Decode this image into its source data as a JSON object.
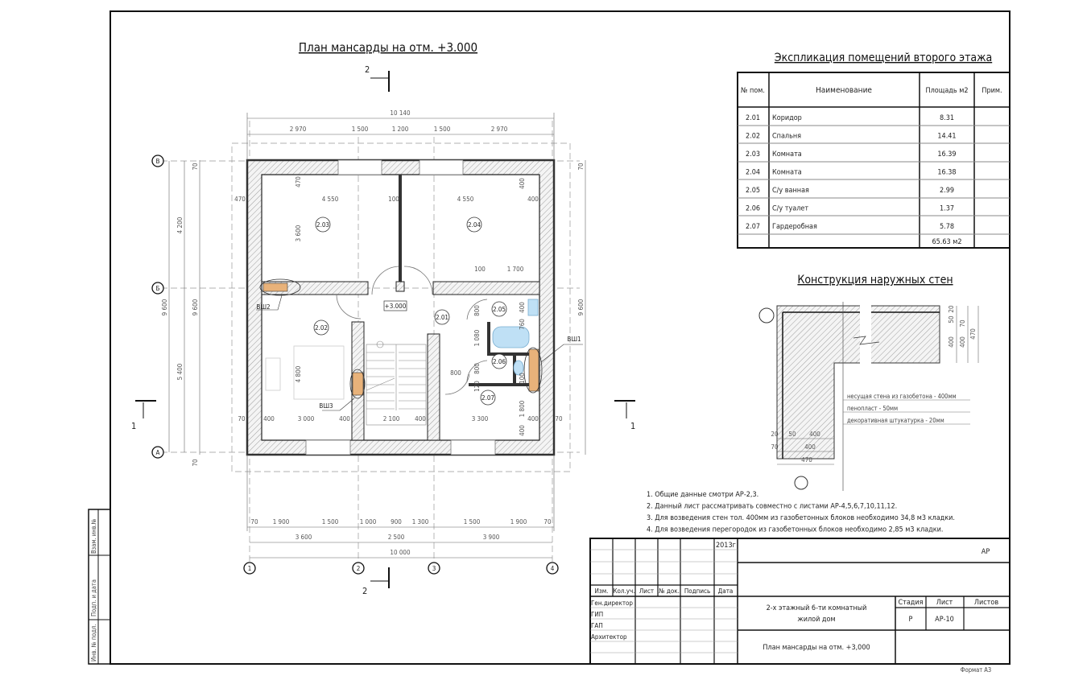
{
  "plan": {
    "title": "План мансарды на отм. +3.000",
    "level_mark": "+3.000",
    "section_top": "2",
    "section_bottom": "2",
    "section_left": "1",
    "section_right": "1",
    "axes_letters": [
      "В",
      "Б",
      "А"
    ],
    "axes_numbers": [
      "1",
      "2",
      "3",
      "4"
    ],
    "rooms": [
      "2.03",
      "2.04",
      "2.02",
      "2.01",
      "2.05",
      "2.06",
      "2.07"
    ],
    "shafts": [
      "ВШ1",
      "ВШ2",
      "ВШ3"
    ],
    "dims_top": [
      "10 140",
      "2 970",
      "1 500",
      "1 200",
      "1 500",
      "2 970"
    ],
    "dims_bottom": [
      "70",
      "1 900",
      "1 500",
      "1 000",
      "900",
      "1 300",
      "1 500",
      "1 900",
      "70",
      "3 600",
      "2 500",
      "3 900",
      "10 000"
    ],
    "dims_left": [
      "4 200",
      "5 400",
      "9 600",
      "9 600",
      "70",
      "70"
    ],
    "dims_right": [
      "9 600",
      "70"
    ],
    "dims_interior": [
      "470",
      "4 550",
      "100",
      "4 550",
      "400",
      "3 600",
      "470",
      "400",
      "100",
      "1 700",
      "70",
      "400",
      "3 000",
      "400",
      "2 100",
      "400",
      "3 300",
      "400",
      "70",
      "4 800",
      "800",
      "800",
      "1 080",
      "800",
      "400",
      "760",
      "120",
      "100",
      "1 800",
      "400"
    ]
  },
  "explication": {
    "title": "Экспликация помещений второго этажа",
    "headers": [
      "№ пом.",
      "Наименование",
      "Площадь м2",
      "Прим."
    ],
    "rows": [
      {
        "num": "2.01",
        "name": "Коридор",
        "area": "8.31"
      },
      {
        "num": "2.02",
        "name": "Спальня",
        "area": "14.41"
      },
      {
        "num": "2.03",
        "name": "Комната",
        "area": "16.39"
      },
      {
        "num": "2.04",
        "name": "Комната",
        "area": "16.38"
      },
      {
        "num": "2.05",
        "name": "С/у ванная",
        "area": "2.99"
      },
      {
        "num": "2.06",
        "name": "С/у туалет",
        "area": "1.37"
      },
      {
        "num": "2.07",
        "name": "Гардеробная",
        "area": "5.78"
      }
    ],
    "total": "65.63 м2"
  },
  "wall_detail": {
    "title": "Конструкция наружных стен",
    "legend": [
      "несущая стена из газобетона - 400мм",
      "пенопласт - 50мм",
      "декоративная штукатурка - 20мм"
    ],
    "dims_right": [
      "20",
      "50",
      "70",
      "400",
      "400",
      "470"
    ],
    "dims_bottom": [
      "20",
      "50",
      "400",
      "70",
      "400",
      "470"
    ]
  },
  "notes": [
    "1. Общие данные смотри АР-2,3.",
    "2. Данный лист рассматривать совместно с листами АР-4,5,6,7,10,11,12.",
    "3. Для возведения стен тол. 400мм из газобетонных блоков необходимо 34,8 м3 кладки.",
    "4. Для возведения перегородок  из газобетонных блоков необходимо 2,85 м3 кладки."
  ],
  "title_block": {
    "year": "2013г",
    "code": "АР",
    "headers": [
      "Изм.",
      "Кол.уч.",
      "Лист",
      "№ док.",
      "Подпись",
      "Дата"
    ],
    "roles": [
      "Ген.директор",
      "ГИП",
      "ГАП",
      "Архитектор"
    ],
    "project_line1": "2-х этажный 6-ти комнатный",
    "project_line2": "жилой дом",
    "sheet_title": "План мансарды на отм. +3,000",
    "stage_label": "Стадия",
    "sheet_label": "Лист",
    "sheets_label": "Листов",
    "stage": "Р",
    "sheet": "АР-10",
    "format": "Формат А3"
  },
  "side_stamp": [
    "Взам. инв.№",
    "Подп. и дата",
    "Инв. № подл."
  ]
}
